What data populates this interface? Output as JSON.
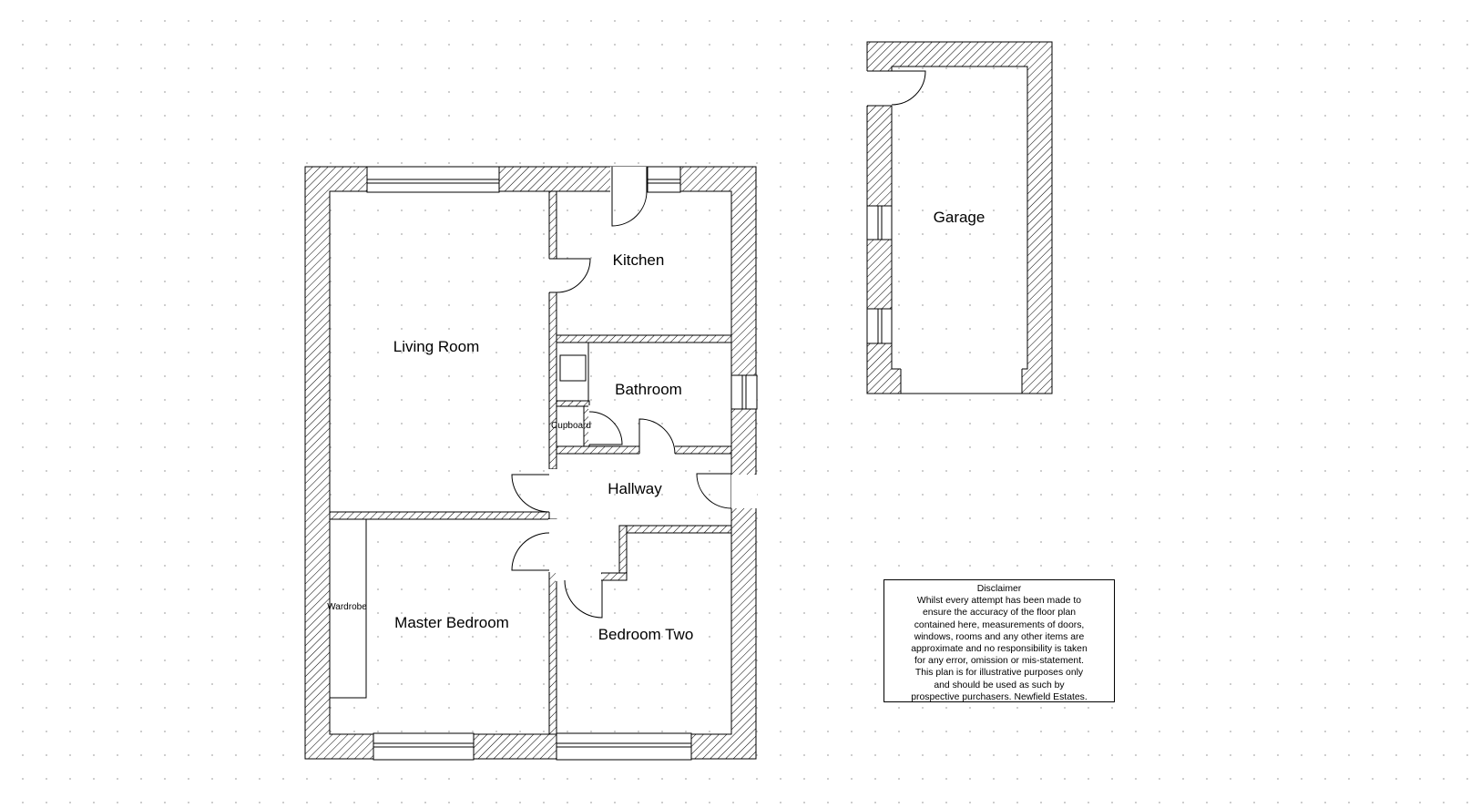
{
  "rooms": {
    "living_room": "Living Room",
    "kitchen": "Kitchen",
    "bathroom": "Bathroom",
    "cupboard": "Cupboard",
    "hallway": "Hallway",
    "master_bedroom": "Master Bedroom",
    "wardrobe": "Wardrobe",
    "bedroom_two": "Bedroom Two",
    "garage": "Garage"
  },
  "disclaimer": {
    "title": "Disclaimer",
    "lines": [
      "Whilst every attempt has been made to",
      "ensure the accuracy of the floor plan",
      "contained here, measurements of doors,",
      "windows, rooms and any other items are",
      "approximate and no responsibility is taken",
      "for any error, omission or mis-statement.",
      "This plan is for illustrative purposes only",
      "and should be used as such by",
      "prospective purchasers. Newfield Estates."
    ]
  }
}
